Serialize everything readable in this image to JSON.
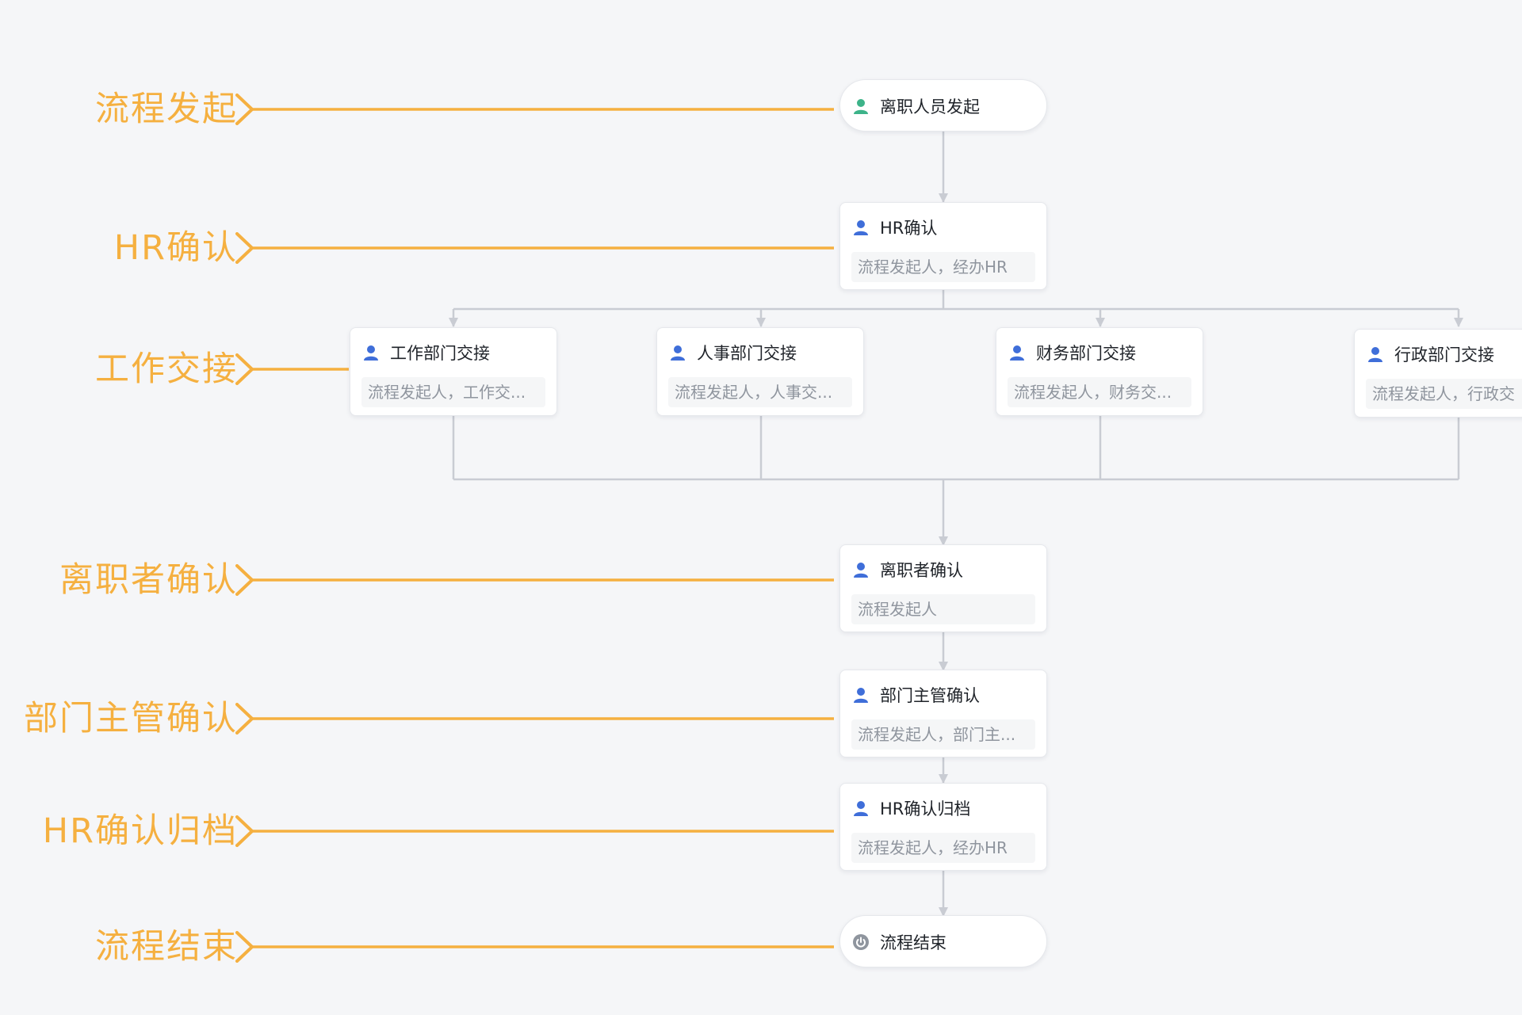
{
  "colors": {
    "accent": "#f5b040",
    "connector": "#c9ccd3",
    "start_icon": "#3db389",
    "user_icon": "#3f6ed9",
    "end_icon": "#8f959e"
  },
  "stages": [
    {
      "label": "流程发起"
    },
    {
      "label": "HR确认"
    },
    {
      "label": "工作交接"
    },
    {
      "label": "离职者确认"
    },
    {
      "label": "部门主管确认"
    },
    {
      "label": "HR确认归档"
    },
    {
      "label": "流程结束"
    }
  ],
  "nodes": {
    "start": {
      "title": "离职人员发起",
      "icon": "user-icon"
    },
    "hr_confirm": {
      "title": "HR确认",
      "subtitle": "流程发起人，经办HR",
      "icon": "user-icon"
    },
    "work_handover": {
      "title": "工作部门交接",
      "subtitle": "流程发起人，工作交...",
      "icon": "user-icon"
    },
    "hr_handover": {
      "title": "人事部门交接",
      "subtitle": "流程发起人，人事交...",
      "icon": "user-icon"
    },
    "finance_handover": {
      "title": "财务部门交接",
      "subtitle": "流程发起人，财务交...",
      "icon": "user-icon"
    },
    "admin_handover": {
      "title": "行政部门交接",
      "subtitle": "流程发起人，行政交",
      "icon": "user-icon"
    },
    "resignee_confirm": {
      "title": "离职者确认",
      "subtitle": "流程发起人",
      "icon": "user-icon"
    },
    "manager_confirm": {
      "title": "部门主管确认",
      "subtitle": "流程发起人，部门主...",
      "icon": "user-icon"
    },
    "hr_archive": {
      "title": "HR确认归档",
      "subtitle": "流程发起人，经办HR",
      "icon": "user-icon"
    },
    "end": {
      "title": "流程结束",
      "icon": "power-icon"
    }
  }
}
